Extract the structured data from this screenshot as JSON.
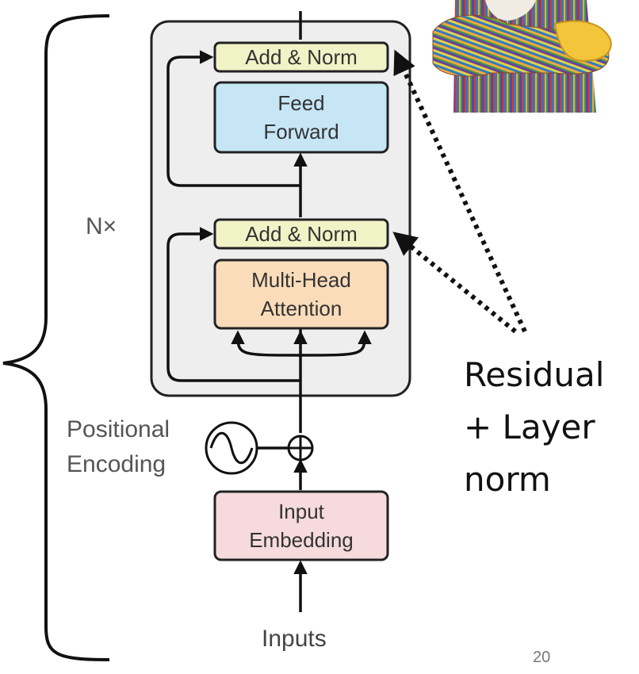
{
  "diagram": {
    "repeat_label": "N×",
    "blocks": {
      "add_norm_top": "Add & Norm",
      "feed_forward": [
        "Feed",
        "Forward"
      ],
      "add_norm_bottom": "Add & Norm",
      "multi_head_attention": [
        "Multi-Head",
        "Attention"
      ],
      "input_embedding": [
        "Input",
        "Embedding"
      ]
    },
    "positional_encoding": [
      "Positional",
      "Encoding"
    ],
    "inputs_label": "Inputs",
    "colors": {
      "add_norm": "#f0f3c6",
      "feed_forward": "#c6e6f5",
      "attention": "#fbdcba",
      "embedding": "#f6dadc",
      "layer_container": "#eeeeee"
    }
  },
  "annotation": {
    "line1": "Residual",
    "line2": "+ Layer",
    "line3": "norm"
  },
  "mascot": {
    "icon": "striped-sweater-mascot-image"
  },
  "slide": {
    "page_number": "20"
  }
}
